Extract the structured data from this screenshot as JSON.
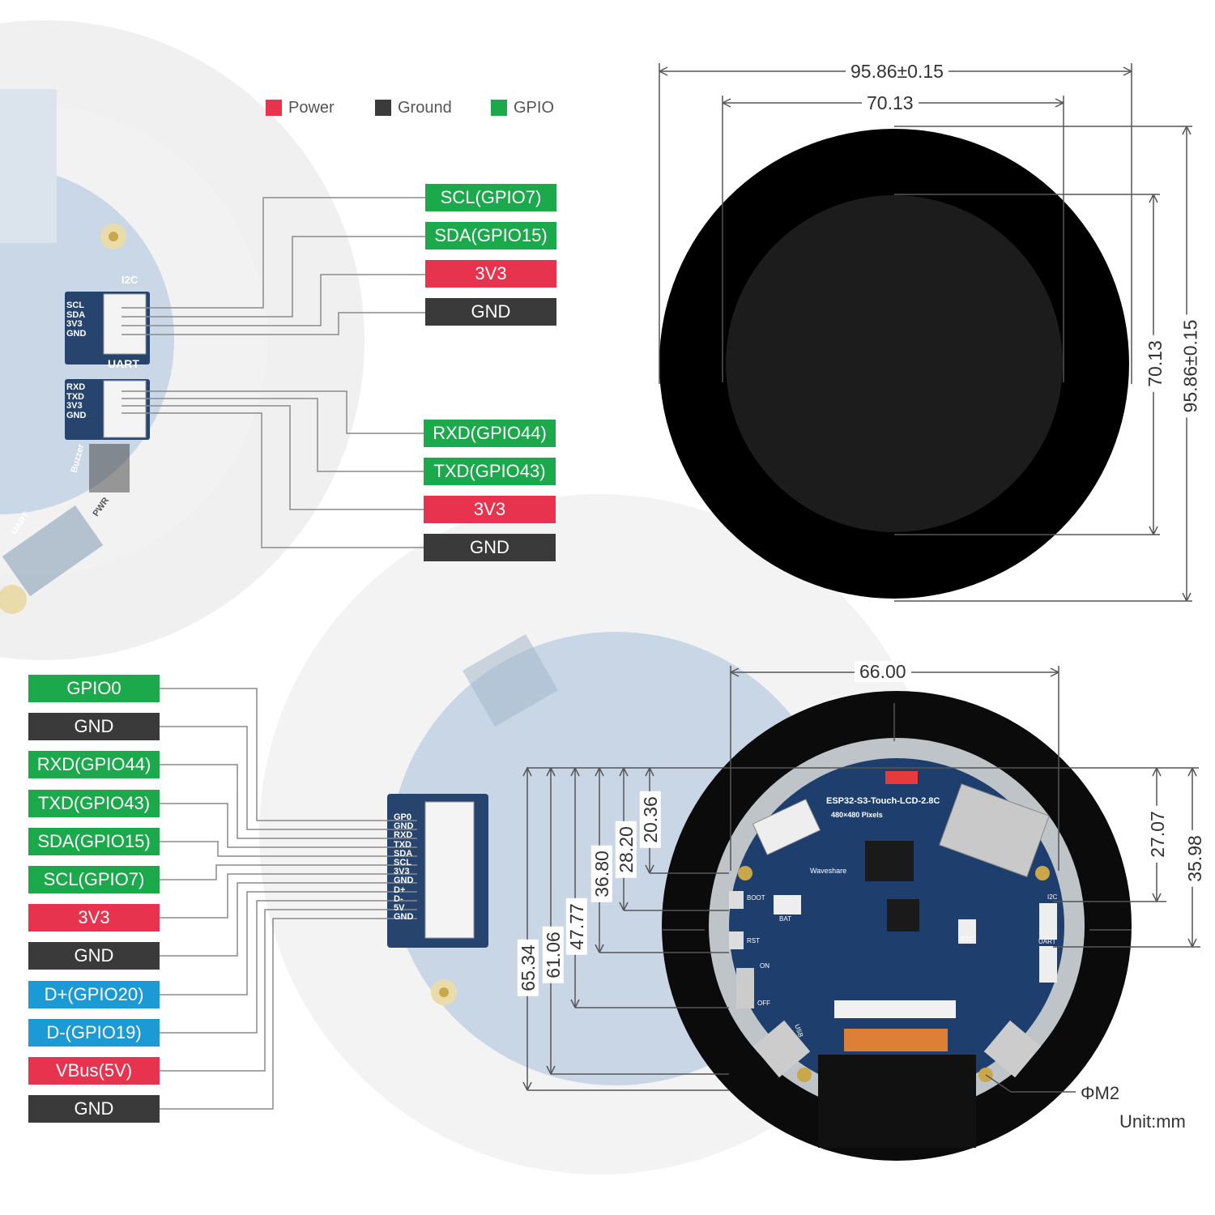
{
  "colors": {
    "power": "#e8334f",
    "ground": "#3a3a3a",
    "gpio": "#1ba94c",
    "usb": "#1c9ad6",
    "pcb": "#1e3f6e",
    "bezel": "#0a0a0a"
  },
  "legend": [
    {
      "label": "Power",
      "kind": "power"
    },
    {
      "label": "Ground",
      "kind": "ground"
    },
    {
      "label": "GPIO",
      "kind": "gpio"
    }
  ],
  "i2c_pins": [
    {
      "label": "SCL(GPIO7)",
      "kind": "gpio"
    },
    {
      "label": "SDA(GPIO15)",
      "kind": "gpio"
    },
    {
      "label": "3V3",
      "kind": "power"
    },
    {
      "label": "GND",
      "kind": "ground"
    }
  ],
  "uart_pins": [
    {
      "label": "RXD(GPIO44)",
      "kind": "gpio"
    },
    {
      "label": "TXD(GPIO43)",
      "kind": "gpio"
    },
    {
      "label": "3V3",
      "kind": "power"
    },
    {
      "label": "GND",
      "kind": "ground"
    }
  ],
  "fpc_pins": [
    {
      "label": "GPIO0",
      "kind": "gpio"
    },
    {
      "label": "GND",
      "kind": "ground"
    },
    {
      "label": "RXD(GPIO44)",
      "kind": "gpio"
    },
    {
      "label": "TXD(GPIO43)",
      "kind": "gpio"
    },
    {
      "label": "SDA(GPIO15)",
      "kind": "gpio"
    },
    {
      "label": "SCL(GPIO7)",
      "kind": "gpio"
    },
    {
      "label": "3V3",
      "kind": "power"
    },
    {
      "label": "GND",
      "kind": "ground"
    },
    {
      "label": "D+(GPIO20)",
      "kind": "usb"
    },
    {
      "label": "D-(GPIO19)",
      "kind": "usb"
    },
    {
      "label": "VBus(5V)",
      "kind": "power"
    },
    {
      "label": "GND",
      "kind": "ground"
    }
  ],
  "board_silk": {
    "i2c_header": "I2C",
    "uart_header": "UART",
    "i2c_pins": [
      "SCL",
      "SDA",
      "3V3",
      "GND"
    ],
    "uart_pins": [
      "RXD",
      "TXD",
      "3V3",
      "GND"
    ],
    "fpc_pins": [
      "GP0",
      "GND",
      "RXD",
      "TXD",
      "SDA",
      "SCL",
      "3V3",
      "GND",
      "D+",
      "D-",
      "5V",
      "GND"
    ],
    "buzzer": "Buzzer",
    "pwr": "PWR",
    "uart_port": "UART",
    "product": "ESP32-S3-Touch-LCD-2.8C",
    "resolution": "480×480 Pixels",
    "brand": "Waveshare",
    "boot": "BOOT",
    "rst": "RST",
    "bat": "BAT",
    "rtc": "RTC",
    "on": "ON",
    "off": "OFF",
    "usb": "USB"
  },
  "front_dims": {
    "outer_width": "95.86±0.15",
    "active_width": "70.13",
    "active_height": "70.13",
    "outer_height": "95.86±0.15"
  },
  "back_dims": {
    "board_width": "66.00",
    "hole_offset": "20.36",
    "boot_offset": "28.20",
    "rst_offset": "36.80",
    "switch_offset": "47.77",
    "hole2_offset": "61.06",
    "bottom_offset": "65.34",
    "i2c_offset": "27.07",
    "uart_offset": "35.98",
    "hole_size": "ΦM2",
    "unit": "Unit:mm"
  }
}
